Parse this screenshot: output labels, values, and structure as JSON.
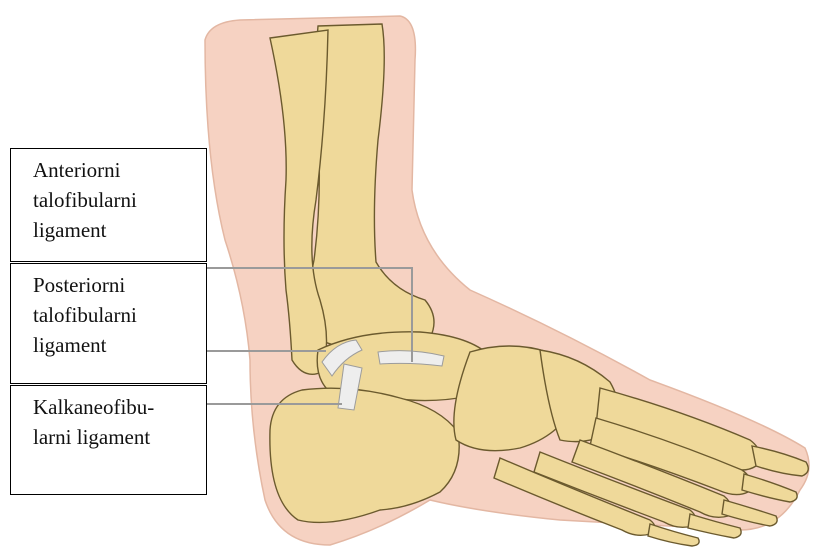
{
  "labels": [
    {
      "id": "anterior",
      "lines": [
        "Anteriorni",
        "talofibularni",
        "ligament"
      ]
    },
    {
      "id": "posterior",
      "lines": [
        "Posteriorni",
        "talofibularni",
        "ligament"
      ]
    },
    {
      "id": "calcaneo",
      "lines": [
        "Kalkaneofibu-",
        "larni ligament"
      ]
    }
  ],
  "colors": {
    "skin": "#f6d2c2",
    "skin_outline": "#e3b7a3",
    "bone": "#efd99a",
    "bone_shadow": "#d9bd72",
    "bone_outline": "#6b5a2e",
    "ligament": "#eeeeee",
    "leader_line": "#9a9a9a"
  }
}
